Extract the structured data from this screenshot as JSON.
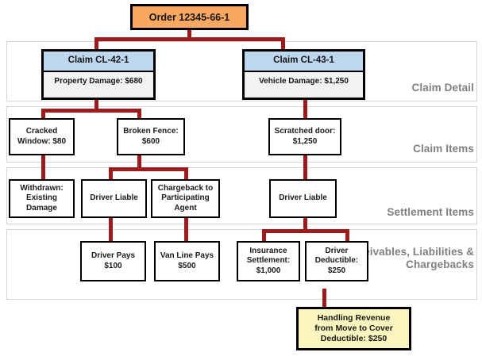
{
  "diagram": {
    "title_node": {
      "label": "Order 12345-66-1"
    },
    "lanes": [
      {
        "id": "claim-detail",
        "label": "Claim Detail"
      },
      {
        "id": "claim-items",
        "label": "Claim Items"
      },
      {
        "id": "settlement-items",
        "label": "Settlement Items"
      },
      {
        "id": "receivables",
        "label": "Receivables, Liabilities & Chargebacks"
      }
    ],
    "lane_label_lines": {
      "claim_detail": "Claim Detail",
      "claim_items": "Claim Items",
      "settlement_items": "Settlement Items",
      "receivables_l1": "Receivables,",
      "receivables_l2": "Liabilities &",
      "receivables_l3": "Chargebacks"
    },
    "claims": [
      {
        "id": "cl-42-1",
        "header": "Claim CL-42-1",
        "body": "Property Damage: $680"
      },
      {
        "id": "cl-43-1",
        "header": "Claim CL-43-1",
        "body": "Vehicle Damage: $1,250"
      }
    ],
    "claim_items": [
      {
        "id": "cracked-window",
        "line1": "Cracked",
        "line2": "Window: $80"
      },
      {
        "id": "broken-fence",
        "line1": "Broken Fence:",
        "line2": "$600"
      },
      {
        "id": "scratched-door",
        "line1": "Scratched door:",
        "line2": "$1,250"
      }
    ],
    "settlement_items": [
      {
        "id": "withdrawn",
        "line1": "Withdrawn:",
        "line2": "Existing",
        "line3": "Damage"
      },
      {
        "id": "driver-liable-1",
        "line1": "Driver Liable",
        "line2": "",
        "line3": ""
      },
      {
        "id": "chargeback",
        "line1": "Chargeback to",
        "line2": "Participating",
        "line3": "Agent"
      },
      {
        "id": "driver-liable-2",
        "line1": "Driver Liable",
        "line2": "",
        "line3": ""
      }
    ],
    "receivables": [
      {
        "id": "driver-pays",
        "line1": "Driver Pays",
        "line2": "$100",
        "line3": ""
      },
      {
        "id": "van-line-pays",
        "line1": "Van Line Pays",
        "line2": "$500",
        "line3": ""
      },
      {
        "id": "insurance-settlement",
        "line1": "Insurance",
        "line2": "Settlement:",
        "line3": "$1,000"
      },
      {
        "id": "driver-deductible",
        "line1": "Driver",
        "line2": "Deductible:",
        "line3": "$250"
      }
    ],
    "handling_revenue": {
      "id": "handling-revenue",
      "line1": "Handling Revenue",
      "line2": "from Move to Cover",
      "line3": "Deductible: $250"
    },
    "colors": {
      "order_fill": "#F8A860",
      "claim_header_fill": "#BDD7EE",
      "claim_body_fill": "#F2F2F2",
      "node_fill": "#FFFFFF",
      "yellow_fill": "#FAF4BE",
      "connector": "#9E1B1B",
      "border": "#000000",
      "lane_border": "#D4D4D4",
      "lane_label": "#808080"
    }
  }
}
